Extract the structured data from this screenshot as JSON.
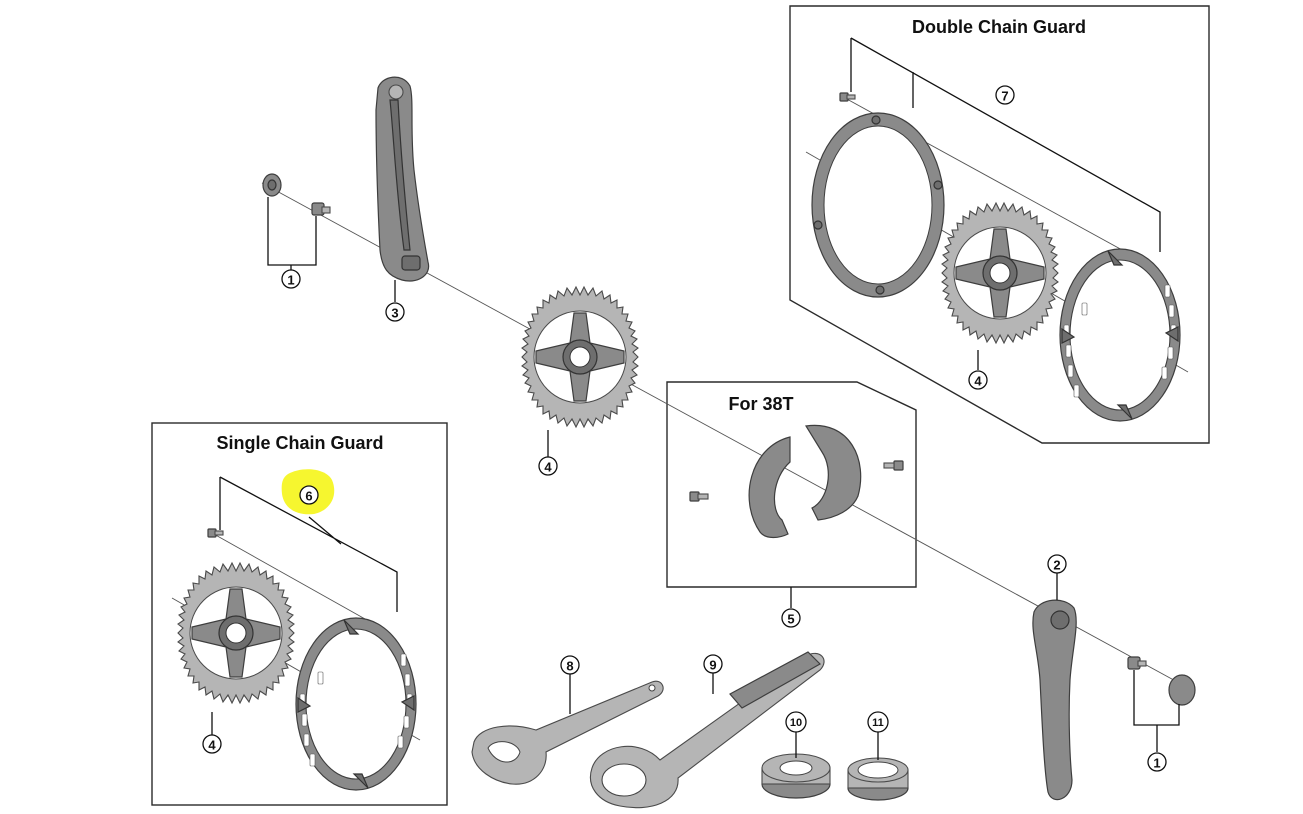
{
  "titles": {
    "double_chain_guard": "Double Chain Guard",
    "single_chain_guard": "Single Chain Guard",
    "for_38t": "For 38T"
  },
  "callouts": {
    "c1_left": "1",
    "c3": "3",
    "c4_center": "4",
    "c7": "7",
    "c4_double": "4",
    "c6": "6",
    "c4_single": "4",
    "c5": "5",
    "c2": "2",
    "c1_right": "1",
    "c8": "8",
    "c9": "9",
    "c10": "10",
    "c11": "11"
  },
  "highlight": {
    "color": "#f5f50a",
    "target": "6"
  },
  "colors": {
    "part_fill": "#8a8a8a",
    "line": "#111111"
  }
}
